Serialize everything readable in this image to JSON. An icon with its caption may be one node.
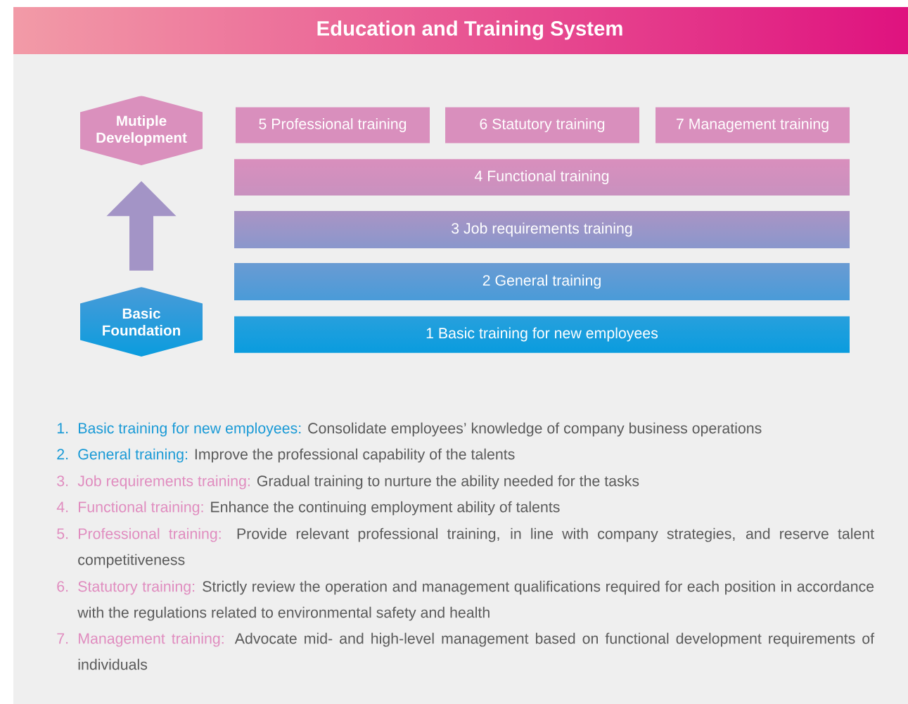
{
  "diagram": {
    "title": "Education and Training System",
    "nodes": [
      {
        "text": [
          "Mutiple Development"
        ]
      },
      {
        "text": [
          "Basic Foundation"
        ]
      },
      {
        "text": [
          "5 Professional training"
        ]
      },
      {
        "text": [
          "6 Statutory training"
        ]
      },
      {
        "text": [
          "7 Management training"
        ]
      },
      {
        "text": [
          "4 Functional training"
        ]
      },
      {
        "text": [
          "3 Job requirements training"
        ]
      },
      {
        "text": [
          "2 General training"
        ]
      },
      {
        "text": [
          "1 Basic training for new employees"
        ]
      }
    ],
    "edges": [
      {
        "from": 1,
        "to": 0,
        "arrow": "to"
      }
    ],
    "labels": [
      "1.",
      "Basic training for new employees:",
      "Consolidate employees’ knowledge of company business operations",
      "2.",
      "General training:",
      "Improve the professional capability of the talents",
      "3.",
      "Job requirements training:",
      "Gradual training to nurture the ability needed for the tasks",
      "4.",
      "Functional training:",
      "Enhance the continuing employment ability of talents",
      "5.",
      "Professional training:",
      "Provide relevant professional training, in line with company strategies, and reserve talent competitiveness",
      "6.",
      "Statutory training:",
      "Strictly review the operation and management qualifications required for each position in accordance with the regulations related to environmental safety and health",
      "7.",
      "Management training:",
      "Advocate mid- and high-level management based on functional development requirements of individuals"
    ]
  }
}
